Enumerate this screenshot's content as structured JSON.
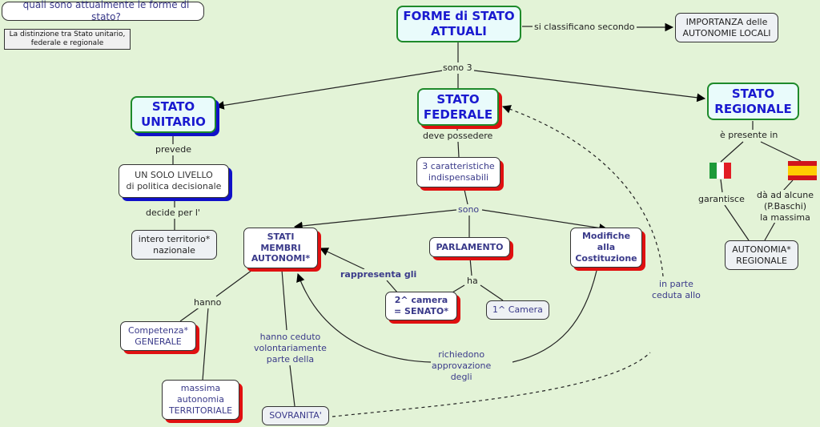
{
  "question_box": {
    "text": "quali sono attualmente  le forme di stato?"
  },
  "note_box": {
    "line1": "La distinzione tra Stato unitario,",
    "line2": "federale e regionale"
  },
  "nodes": {
    "root": {
      "line1": "FORME di STATO",
      "line2": "ATTUALI"
    },
    "importanza": {
      "line1": "IMPORTANZA  delle",
      "line2": "AUTONOMIE LOCALI"
    },
    "unitario": {
      "line1": "STATO",
      "line2": "UNITARIO"
    },
    "federale": {
      "line1": "STATO",
      "line2": "FEDERALE"
    },
    "regionale": {
      "line1": "STATO",
      "line2": "REGIONALE"
    },
    "solo_livello": {
      "line1": "UN SOLO LIVELLO",
      "line2": "di politica decisionale"
    },
    "intero_territorio": {
      "line1": "intero territorio*",
      "line2": "nazionale"
    },
    "caratteristiche": {
      "line1": "3 caratteristiche",
      "line2": "indispensabili"
    },
    "stati_membri": {
      "line1": "STATI",
      "line2": "MEMBRI",
      "line3": "AUTONOMI*"
    },
    "parlamento": {
      "text": "PARLAMENTO"
    },
    "modifiche": {
      "line1": "Modifiche",
      "line2": "alla",
      "line3": "Costituzione"
    },
    "senato": {
      "line1": "2^ camera",
      "line2": "= SENATO*"
    },
    "camera": {
      "text": "1^ Camera"
    },
    "competenza": {
      "line1": "Competenza*",
      "line2": "GENERALE"
    },
    "massima_autonomia": {
      "line1": "massima",
      "line2": "autonomia",
      "line3": "TERRITORIALE"
    },
    "sovranita": {
      "text": "SOVRANITA'"
    },
    "autonomia_regionale": {
      "line1": "AUTONOMIA*",
      "line2": "REGIONALE"
    }
  },
  "links": {
    "si_classificano": "si classificano secondo",
    "sono_3": "sono 3",
    "prevede": "prevede",
    "decide_per": "decide per l'",
    "deve_possedere": "deve possedere",
    "sono": "sono",
    "rappresenta": "rappresenta gli",
    "ha": "ha",
    "hanno": "hanno",
    "hanno_ceduto": {
      "line1": "hanno ceduto",
      "line2": "volontariamente",
      "line3": "parte della"
    },
    "richiedono": {
      "line1": "richiedono",
      "line2": "approvazione",
      "line3": "degli"
    },
    "in_parte": {
      "line1": "in parte",
      "line2": "ceduta allo"
    },
    "presente_in": "è presente in",
    "garantisce": "garantisce",
    "da_ad_alcune": {
      "line1": "dà ad alcune",
      "line2": "(P.Baschi)",
      "line3": "la massima"
    }
  },
  "flags": [
    {
      "name": "italy-flag",
      "colors": [
        "#1e9a3a",
        "#ffffff",
        "#e21c24"
      ]
    },
    {
      "name": "spain-flag",
      "colors": [
        "#d0141c",
        "#ffcc00",
        "#d0141c"
      ]
    }
  ],
  "colors": {
    "background": "#e3f3d7",
    "main_border": "#1e8a2a",
    "main_text": "#1a1ad0",
    "shadow_red": "#e01010",
    "shadow_blue": "#1010c8",
    "link_purple": "#3a3a8a"
  }
}
